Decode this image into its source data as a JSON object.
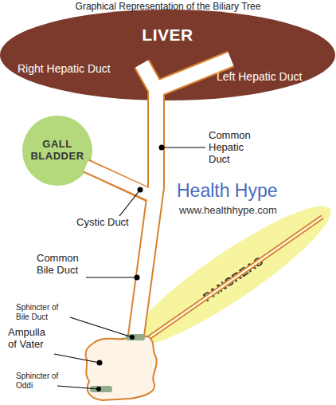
{
  "diagram": {
    "title": "Graphical Representation of the Biliary Tree",
    "nodes": [
      {
        "text": [
          "LIVER"
        ]
      },
      {
        "text": [
          "GALL BLADDER"
        ]
      },
      {
        "text": [
          "PANCREAS"
        ]
      }
    ],
    "labels": [
      "Right Hepatic Duct",
      "Left Hepatic Duct",
      "Common Hepatic Duct",
      "Cystic Duct",
      "Common Bile Duct",
      "Sphincter of Bile Duct",
      "Ampulla of Vater",
      "Sphincter of Oddi",
      "Health Hype",
      "www.healthhype.com"
    ]
  }
}
